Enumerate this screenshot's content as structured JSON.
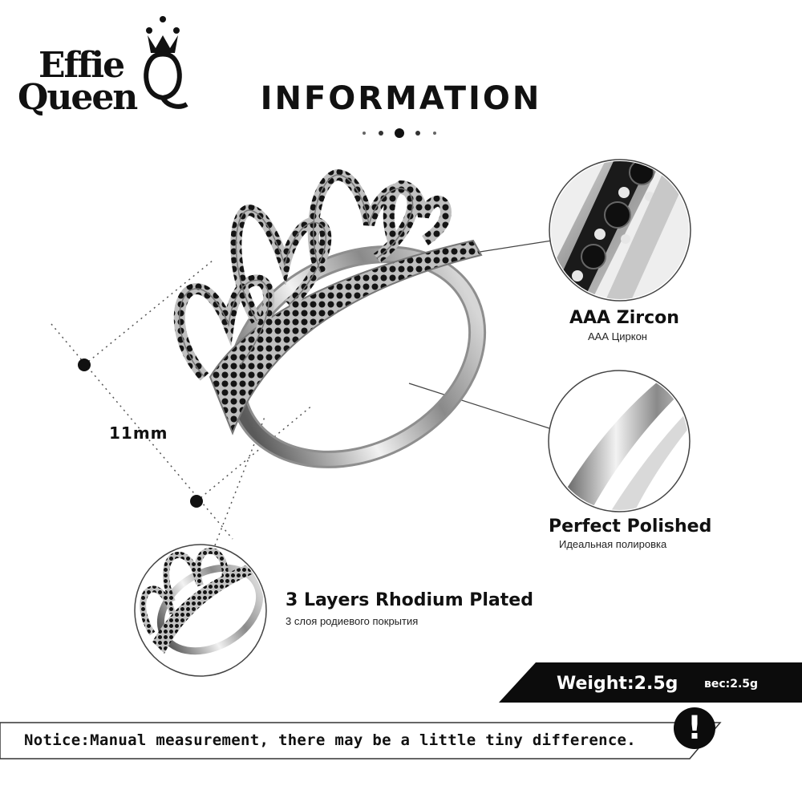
{
  "brand": {
    "line1": "Effie",
    "line2": "Queen"
  },
  "header": {
    "title": "INFORMATION"
  },
  "dimension": {
    "label": "11mm"
  },
  "features": [
    {
      "title": "AAA  Zircon",
      "subtitle": "ААА Циркон"
    },
    {
      "title": "Perfect  Polished",
      "subtitle": "Идеальная полировка"
    },
    {
      "title": "3 Layers Rhodium Plated",
      "subtitle": "3 слоя родиевого покрытия"
    }
  ],
  "weight": {
    "label": "Weight:2.5g",
    "label_ru": "вес:2.5g"
  },
  "notice": {
    "text": "Notice:Manual measurement, there may be a little tiny difference.",
    "icon_glyph": "!"
  },
  "colors": {
    "black": "#0c0c0c",
    "silver": "#c9c9c9",
    "gem": "#141414"
  }
}
